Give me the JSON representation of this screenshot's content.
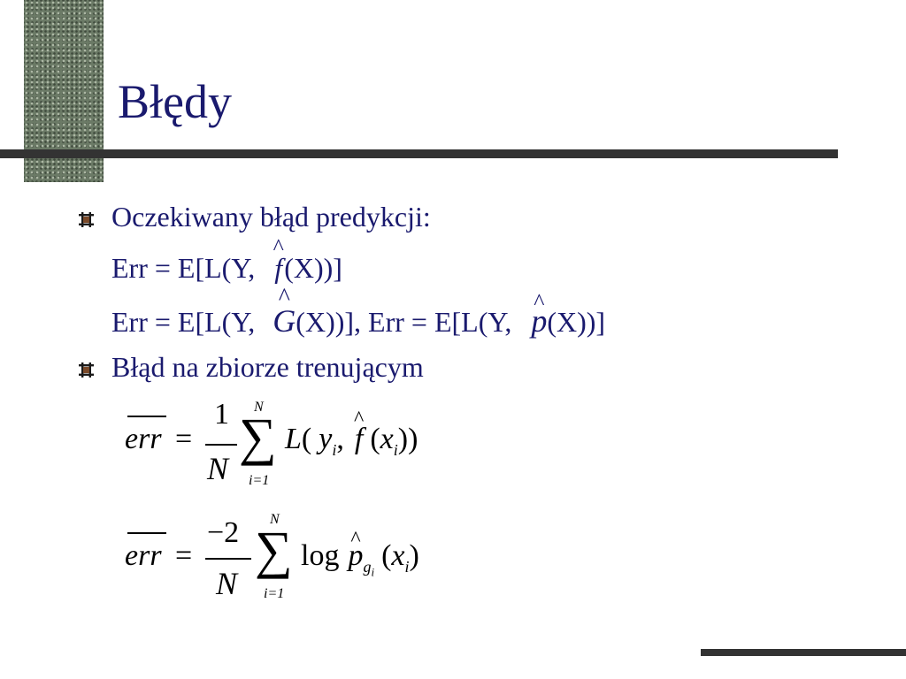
{
  "slide": {
    "title": "Błędy",
    "bullets": [
      {
        "text": "Oczekiwany błąd predykcji:"
      },
      {
        "text": "Błąd na zbiorze trenującym"
      }
    ],
    "formula_lines": {
      "line1_prefix": "Err = E[L(Y, ",
      "line1_hat_symbol": "f",
      "line1_suffix": "(X))]",
      "line2_prefix": "Err = E[L(Y, ",
      "line2_hat_symbol": "G",
      "line2_middle": "(X))], Err = E[L(Y, ",
      "line2_hat_symbol2": "p",
      "line2_suffix": "(X))]"
    },
    "equation1": {
      "lhs": "err",
      "equals": "=",
      "numerator": "1",
      "denominator": "N",
      "sum_symbol": "∑",
      "sum_upper": "N",
      "sum_lower": "i=1",
      "body_L": "L",
      "body_open": "(",
      "body_y": "y",
      "body_i": "i",
      "body_comma": ",",
      "body_f": "f",
      "body_open2": "(",
      "body_x": "x",
      "body_i2": "i",
      "body_close": "))"
    },
    "equation2": {
      "lhs": "err",
      "equals": "=",
      "numerator": "−2",
      "denominator": "N",
      "sum_symbol": "∑",
      "sum_upper": "N",
      "sum_lower": "i=1",
      "body_log": "log",
      "body_p": "p",
      "body_g": "g",
      "body_gi": "i",
      "body_open": "(",
      "body_x": "x",
      "body_i": "i",
      "body_close": ")"
    },
    "hat_glyph": "^",
    "colors": {
      "text": "#1a1a6e",
      "rule": "#333333",
      "strip": "#6b7a66"
    }
  }
}
